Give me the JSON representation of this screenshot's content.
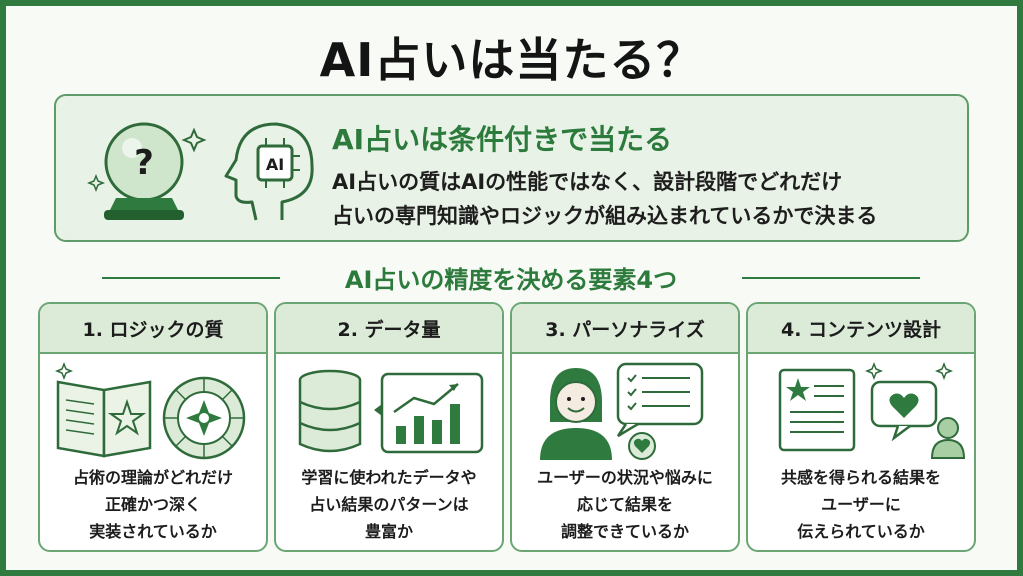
{
  "title": "AI占いは当たる？",
  "summary": {
    "heading": "AI占いは条件付きで当たる",
    "line1": "AI占いの質はAIの性能ではなく、設計段階でどれだけ",
    "line2": "占いの専門知識やロジックが組み込まれているかで決まる",
    "icons": [
      "crystal-ball-icon",
      "ai-head-icon"
    ]
  },
  "section_title": "AI占いの精度を決める要素4つ",
  "cards": [
    {
      "title": "1. ロジックの質",
      "icon": "book-and-zodiac-wheel-icon",
      "lines": [
        "占術の理論がどれだけ",
        "正確かつ深く",
        "実装されているか"
      ]
    },
    {
      "title": "2. データ量",
      "icon": "database-and-chart-icon",
      "lines": [
        "学習に使われたデータや",
        "占い結果のパターンは",
        "豊富か"
      ]
    },
    {
      "title": "3. パーソナライズ",
      "icon": "person-checklist-icon",
      "lines": [
        "ユーザーの状況や悩みに",
        "応じて結果を",
        "調整できているか"
      ]
    },
    {
      "title": "4. コンテンツ設計",
      "icon": "document-heart-message-icon",
      "lines": [
        "共感を得られる結果を",
        "ユーザーに",
        "伝えられているか"
      ]
    }
  ],
  "colors": {
    "accent": "#2c7a3c",
    "frame": "#2f7a3e",
    "panel": "#e9f2e6",
    "card_head": "#dcebd8"
  }
}
